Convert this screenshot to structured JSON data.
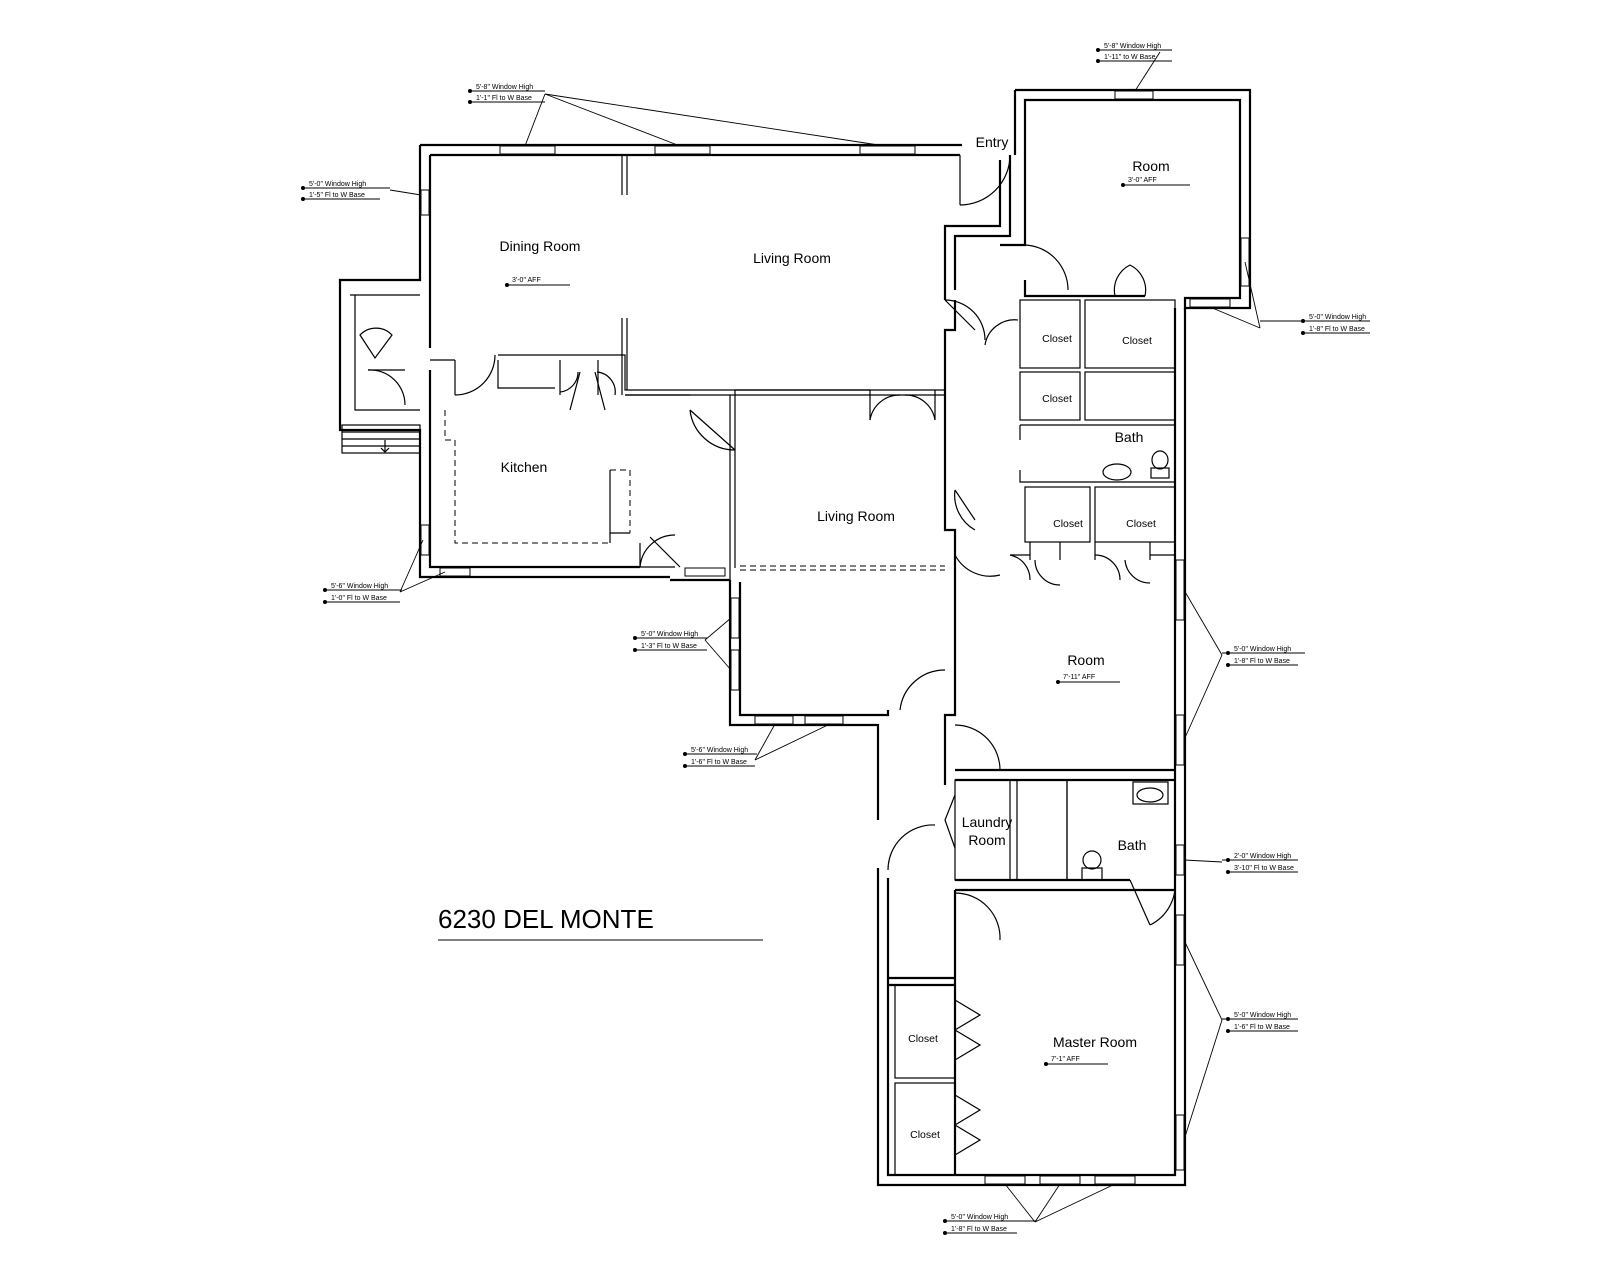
{
  "title": "6230 DEL MONTE",
  "entry_label": "Entry",
  "rooms": {
    "dining_room": {
      "label": "Dining Room",
      "aff": "3'-0\" AFF"
    },
    "living_room_1": {
      "label": "Living Room"
    },
    "kitchen": {
      "label": "Kitchen"
    },
    "living_room_2": {
      "label": "Living Room"
    },
    "room_top": {
      "label": "Room",
      "aff": "3'-0\" AFF"
    },
    "closet_1": {
      "label": "Closet"
    },
    "closet_2": {
      "label": "Closet"
    },
    "closet_3": {
      "label": "Closet"
    },
    "bath_1": {
      "label": "Bath"
    },
    "closet_4": {
      "label": "Closet"
    },
    "closet_5": {
      "label": "Closet"
    },
    "room_mid": {
      "label": "Room",
      "aff": "7'-11\" AFF"
    },
    "laundry": {
      "label_line1": "Laundry",
      "label_line2": "Room"
    },
    "bath_2": {
      "label": "Bath"
    },
    "master": {
      "label": "Master Room",
      "aff": "7'-1\" AFF"
    },
    "closet_6": {
      "label": "Closet"
    },
    "closet_7": {
      "label": "Closet"
    }
  },
  "window_notes": [
    {
      "id": "n1",
      "line1": "5'-8\" Window High",
      "line2": "1'-1\" Fl to W Base"
    },
    {
      "id": "n2",
      "line1": "5'-8\" Window High",
      "line2": "1'-11\" to W Base"
    },
    {
      "id": "n3",
      "line1": "5'-0\" Window High",
      "line2": "1'-5\" Fl to W Base"
    },
    {
      "id": "n4",
      "line1": "5'-0\" Window High",
      "line2": "1'-8\" Fl to W Base"
    },
    {
      "id": "n5",
      "line1": "5'-6\" Window High",
      "line2": "1'-0\" Fl to W Base"
    },
    {
      "id": "n6",
      "line1": "5'-0\" Window High",
      "line2": "1'-3\" Fl to W Base"
    },
    {
      "id": "n7",
      "line1": "5'-6\" Window High",
      "line2": "1'-6\" Fl to W Base"
    },
    {
      "id": "n8",
      "line1": "5'-0\" Window High",
      "line2": "1'-8\" Fl to W Base"
    },
    {
      "id": "n9",
      "line1": "2'-0\" Window High",
      "line2": "3'-10\" Fl to W Base"
    },
    {
      "id": "n10",
      "line1": "5'-0\" Window High",
      "line2": "1'-6\" Fl to W Base"
    },
    {
      "id": "n11",
      "line1": "5'-0\" Window High",
      "line2": "1'-8\" Fl to W Base"
    }
  ]
}
